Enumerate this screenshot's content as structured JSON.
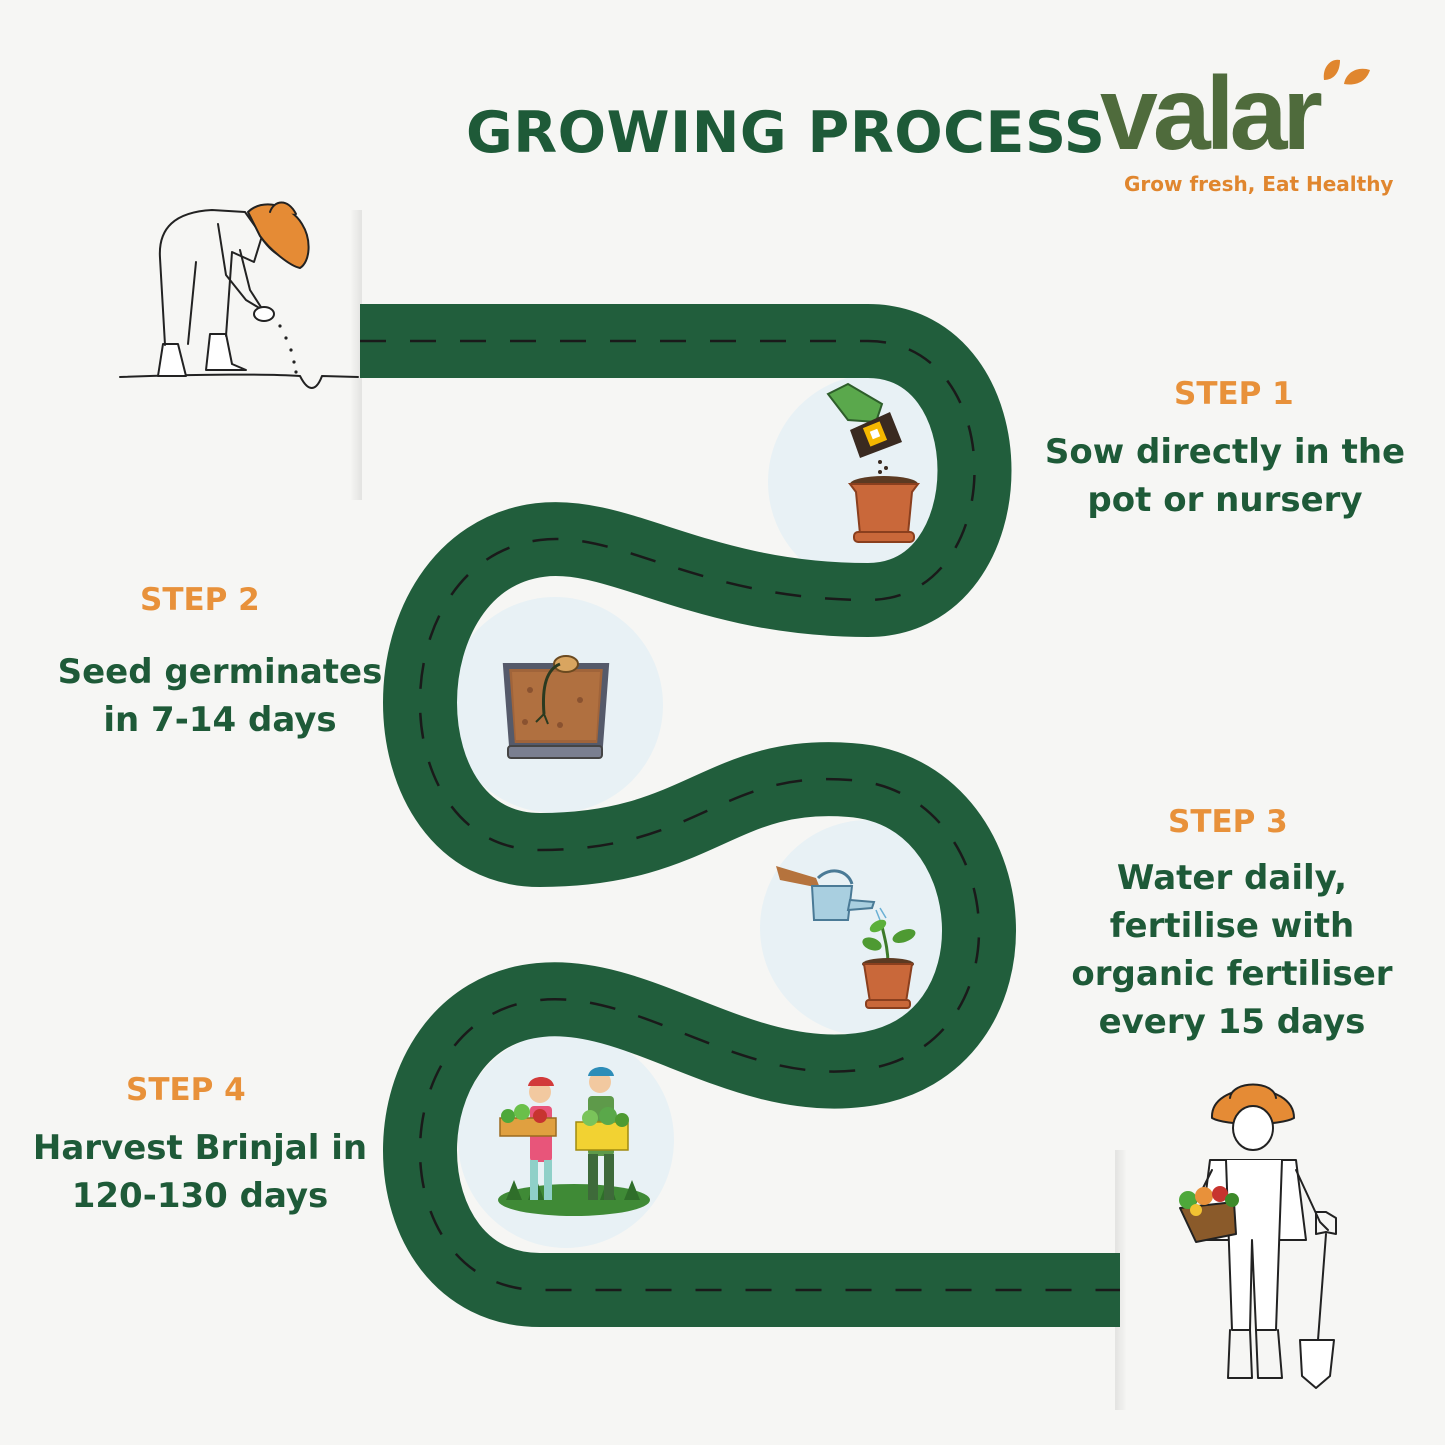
{
  "header": {
    "title": "GROWING PROCESS"
  },
  "brand": {
    "name": "valar",
    "tagline": "Grow fresh, Eat Healthy"
  },
  "steps": [
    {
      "label": "STEP 1",
      "text": "Sow directly in the pot or nursery",
      "lines": [
        "Sow directly in the",
        "pot or nursery"
      ]
    },
    {
      "label": "STEP 2",
      "text": "Seed germinates in 7-14 days",
      "lines": [
        "Seed germinates",
        "in 7-14 days"
      ]
    },
    {
      "label": "STEP 3",
      "text": "Water daily, fertilise with organic fertiliser every 15 days",
      "lines": [
        "Water daily,",
        "fertilise with",
        "organic fertiliser",
        "every 15 days"
      ]
    },
    {
      "label": "STEP 4",
      "text": "Harvest Brinjal in 120-130 days",
      "lines": [
        "Harvest Brinjal in",
        "120-130 days"
      ]
    }
  ],
  "icons": [
    "farmer-sowing-icon",
    "seed-packet-pot-icon",
    "germinating-seed-icon",
    "watering-can-plant-icon",
    "harvest-farmers-icon",
    "farmer-with-basket-icon"
  ],
  "colors": {
    "road": "#215e3c",
    "accent": "#e8913a",
    "text": "#1e5a38",
    "brand": "#4f6b3c",
    "circle": "#e8f1f5"
  }
}
